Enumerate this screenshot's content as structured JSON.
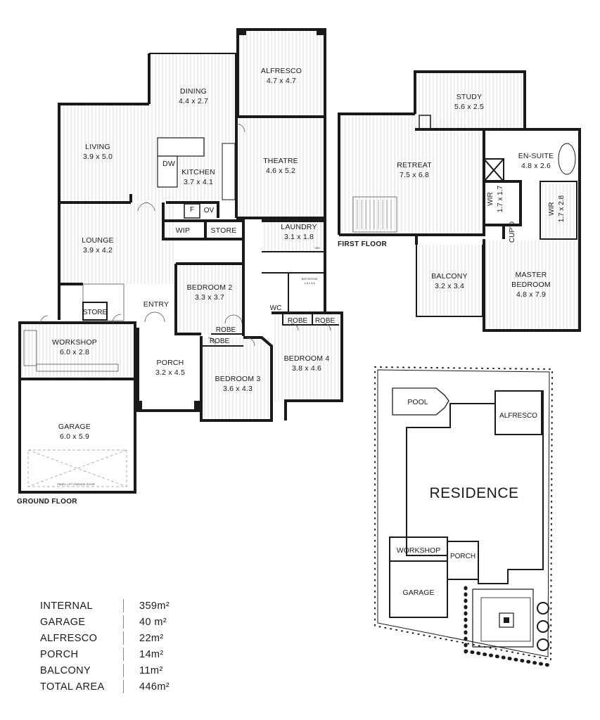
{
  "rooms": {
    "alfresco": {
      "name": "ALFRESCO",
      "size": "4.7 x 4.7"
    },
    "dining": {
      "name": "DINING",
      "size": "4.4 x 2.7"
    },
    "living": {
      "name": "LIVING",
      "size": "3.9 x 5.0"
    },
    "kitchen": {
      "name": "KITCHEN",
      "size": "3.7 x 4.1"
    },
    "theatre": {
      "name": "THEATRE",
      "size": "4.6 x 5.2"
    },
    "lounge": {
      "name": "LOUNGE",
      "size": "3.9 x 4.2"
    },
    "laundry": {
      "name": "LAUNDRY",
      "size": "3.1 x 1.8"
    },
    "bedroom2": {
      "name": "BEDROOM 2",
      "size": "3.3 x 3.7"
    },
    "workshop": {
      "name": "WORKSHOP",
      "size": "6.0 x 2.8"
    },
    "porch": {
      "name": "PORCH",
      "size": "3.2 x 4.5"
    },
    "bedroom3": {
      "name": "BEDROOM 3",
      "size": "3.6 x 4.3"
    },
    "bedroom4": {
      "name": "BEDROOM 4",
      "size": "3.8 x 4.6"
    },
    "garage": {
      "name": "GARAGE",
      "size": "6.0 x 5.9"
    },
    "study": {
      "name": "STUDY",
      "size": "5.6 x 2.5"
    },
    "retreat": {
      "name": "RETREAT",
      "size": "7.5 x 6.8"
    },
    "ensuite": {
      "name": "EN-SUITE",
      "size": "4.8 x 2.6"
    },
    "wir1": {
      "name": "WIR",
      "size": "1.7 x 1.7"
    },
    "wir2": {
      "name": "WIR",
      "size": "1.7 x 2.8"
    },
    "balcony": {
      "name": "BALCONY",
      "size": "3.2 x 3.4"
    },
    "master": {
      "name": "MASTER",
      "name2": "BEDROOM",
      "size": "4.8 x 7.9"
    }
  },
  "small_labels": {
    "dw": "DW",
    "f": "F",
    "ov": "OV",
    "wip": "WIP",
    "store": "STORE",
    "store2": "STORE",
    "entry": "ENTRY",
    "robe": "ROBE",
    "wc": "WC",
    "wm": "WM",
    "cupd": "CUP'D",
    "bathroom": "BATHROOM",
    "bathroom_size": "1.8 x 3.6",
    "garage_door": "PANEL LIFT GARAGE DOOR"
  },
  "floor_labels": {
    "ground": "GROUND FLOOR",
    "first": "FIRST FLOOR"
  },
  "site": {
    "residence": "RESIDENCE",
    "pool": "POOL",
    "alfresco": "ALFRESCO",
    "workshop": "WORKSHOP",
    "porch": "PORCH",
    "garage": "GARAGE"
  },
  "areas": [
    {
      "label": "INTERNAL",
      "value": "359m²"
    },
    {
      "label": "GARAGE",
      "value": "40 m²"
    },
    {
      "label": "ALFRESCO",
      "value": "22m²"
    },
    {
      "label": "PORCH",
      "value": "14m²"
    },
    {
      "label": "BALCONY",
      "value": "11m²"
    },
    {
      "label": "TOTAL AREA",
      "value": "446m²"
    }
  ]
}
